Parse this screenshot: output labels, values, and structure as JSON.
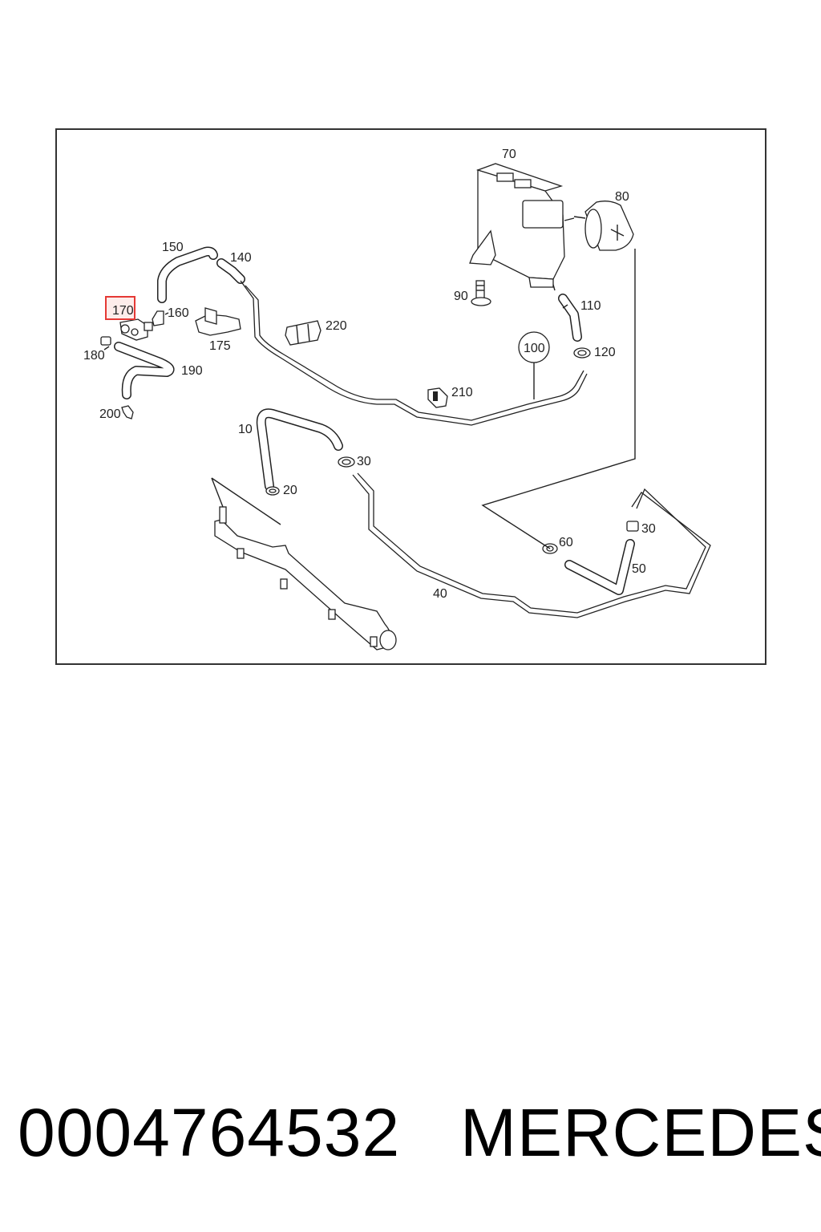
{
  "diagram": {
    "highlighted_label": "170",
    "part_labels": {
      "l10": "10",
      "l20": "20",
      "l30a": "30",
      "l30b": "30",
      "l40": "40",
      "l50": "50",
      "l60": "60",
      "l70": "70",
      "l80": "80",
      "l90": "90",
      "l100": "100",
      "l110": "110",
      "l120": "120",
      "l140": "140",
      "l150": "150",
      "l160": "160",
      "l170": "170",
      "l175": "175",
      "l180": "180",
      "l190": "190",
      "l200": "200",
      "l210": "210",
      "l220": "220"
    },
    "highlight_color": "#e53935"
  },
  "footer": {
    "part_number": "0004764532",
    "brand": "MERCEDES"
  }
}
